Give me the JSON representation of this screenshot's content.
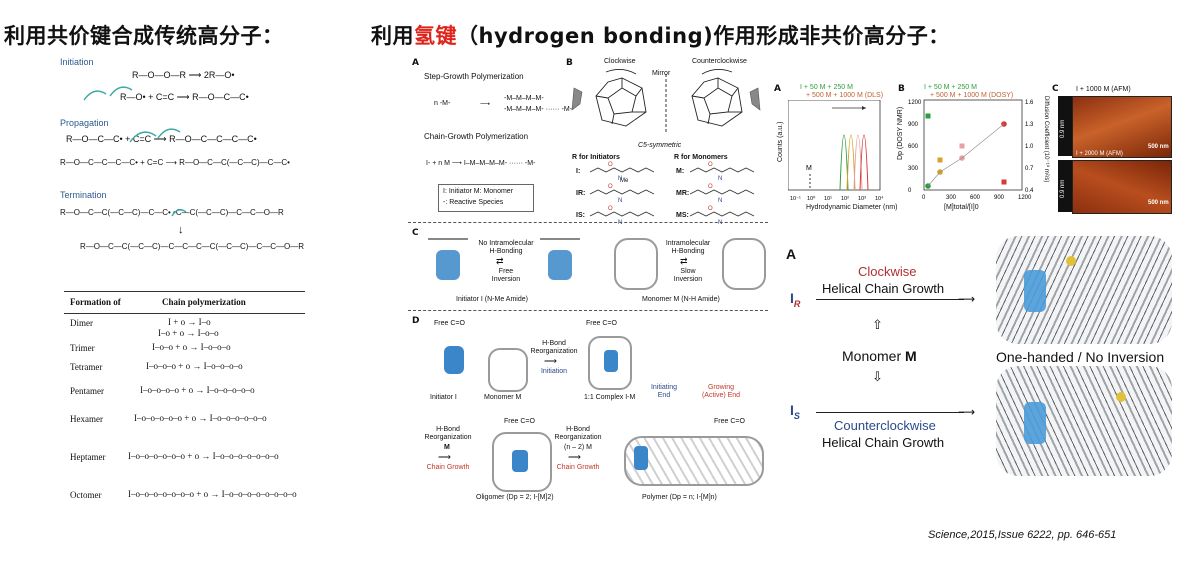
{
  "titles": {
    "left": "利用共价键合成传统高分子：",
    "right_pre": "利用",
    "right_em": "氢键",
    "right_post": "（hydrogen bonding)作用形成非共价高分子："
  },
  "mechanism": {
    "initiation": {
      "label": "Initiation",
      "eq1": "R—O—O—R  ⟶  2R—O•",
      "eq2": "R—O•  +  C=C  ⟶  R—O—C—C•"
    },
    "propagation": {
      "label": "Propagation",
      "eq1": "R—O—C—C•  +  C=C  ⟶  R—O—C—C—C—C•",
      "eq2": "R—O—C—C—C—C•  +  C=C  ⟶  R—O—C—C(—C—C)—C—C•"
    },
    "termination": {
      "label": "Termination",
      "eq1": "R—O—C—C(—C—C)—C—C•  •C—C(—C—C)—C—C—O—R",
      "eq2": "R—O—C—C(—C—C)—C—C—C—C(—C—C)—C—C—O—R"
    }
  },
  "formation_table": {
    "header_left": "Formation of",
    "header_right": "Chain polymerization",
    "rows": [
      {
        "name": "Dimer",
        "eq": "I + o → I–o",
        "eq2": "I–o + o → I–o–o"
      },
      {
        "name": "Trimer",
        "eq": "I–o–o + o → I–o–o–o",
        "eq2": ""
      },
      {
        "name": "Tetramer",
        "eq": "I–o–o–o + o → I–o–o–o–o",
        "eq2": ""
      },
      {
        "name": "Pentamer",
        "eq": "I–o–o–o–o + o → I–o–o–o–o–o",
        "eq2": ""
      },
      {
        "name": "Hexamer",
        "eq": "I–o–o–o–o–o + o → I–o–o–o–o–o–o",
        "eq2": ""
      },
      {
        "name": "Heptamer",
        "eq": "I–o–o–o–o–o–o + o → I–o–o–o–o–o–o–o",
        "eq2": ""
      },
      {
        "name": "Octomer",
        "eq": "I–o–o–o–o–o–o–o + o → I–o–o–o–o–o–o–o–o",
        "eq2": ""
      }
    ]
  },
  "panelA": {
    "letter": "A",
    "step_growth": "Step-Growth Polymerization",
    "step_eq1": "n -M-",
    "step_eq2": "-M–M–M–M-",
    "step_eq3": "-M–M–M–M- ······ -M-",
    "chain_growth": "Chain-Growth Polymerization",
    "chain_eq": "I-  +  n M  ⟶  I–M–M–M–M- ······ -M-",
    "legend1": "I: Initiator   M: Monomer",
    "legend2": "-: Reactive Species"
  },
  "panelB": {
    "letter": "B",
    "clockwise": "Clockwise",
    "counterclockwise": "Counterclockwise",
    "mirror": "Mirror",
    "symmetric": "C5-symmetric",
    "r_init": "R for Initiators",
    "r_mono": "R for Monomers",
    "i_labels": [
      "I:",
      "IR:",
      "IS:"
    ],
    "m_labels": [
      "M:",
      "MR:",
      "MS:"
    ],
    "me": "Me"
  },
  "panelC": {
    "letter": "C",
    "left_arrow_top": "No Intramolecular",
    "left_arrow_top2": "H-Bonding",
    "left_arrow_bottom": "Free",
    "left_arrow_bottom2": "Inversion",
    "right_arrow_top": "Intramolecular",
    "right_arrow_top2": "H-Bonding",
    "right_arrow_bottom": "Slow",
    "right_arrow_bottom2": "Inversion",
    "initiator_caption": "Initiator I (N-Me Amide)",
    "monomer_caption": "Monomer M (N-H Amide)"
  },
  "panelD": {
    "letter": "D",
    "free_co_1": "Free C=O",
    "free_co_2": "Free C=O",
    "hbond_reorg": "H-Bond",
    "reorganization": "Reorganization",
    "initiation": "Initiation",
    "initiator": "Initiator I",
    "monomer": "Monomer M",
    "complex": "1:1 Complex I-M",
    "hbond2": "H-Bond",
    "reorg2": "Reorganization",
    "m_label": "M",
    "chain_growth": "Chain Growth",
    "free_co_3": "Free C=O",
    "hbond3": "H-Bond",
    "reorg3": "Reorganization",
    "n2m": "(n – 2) M",
    "chain_growth2": "Chain Growth",
    "initiating_end": "Initiating",
    "initiating_end2": "End",
    "growing_end": "Growing",
    "growing_end2": "(Active) End",
    "free_co_4": "Free C=O",
    "oligomer": "Oligomer (Dp = 2; I-[M]2)",
    "polymer": "Polymer (Dp = n; I-[M]n)"
  },
  "dls": {
    "letter": "A",
    "legend1": "I + 50 M + 250 M",
    "legend2": "+ 500 M + 1000 M (DLS)",
    "ylabel": "Counts (a.u.)",
    "xlabel": "Hydrodynamic Diameter (nm)",
    "m_marker": "M",
    "xticks": [
      "10⁻¹",
      "10⁰",
      "10¹",
      "10²",
      "10³",
      "10⁴"
    ]
  },
  "dosy": {
    "letter": "B",
    "legend1": "I + 50 M + 250 M",
    "legend2": "+ 500 M + 1000 M (DOSY)",
    "ylabel": "Dp (DOSY NMR)",
    "y2label": "Diffusion Coefficient (10⁻¹⁰ m²/s)",
    "xlabel": "[M]total/[I]0",
    "yticks": [
      "0",
      "300",
      "600",
      "900",
      "1200"
    ],
    "y2ticks": [
      "0.4",
      "0.7",
      "1.0",
      "1.3",
      "1.6"
    ],
    "xticks": [
      "0",
      "300",
      "600",
      "900",
      "1200"
    ]
  },
  "afm": {
    "letter": "C",
    "label1": "I + 1000 M (AFM)",
    "label2": "I + 2000 M (AFM)",
    "height1": "0.9 nm",
    "height2": "0.9 nm",
    "scale1": "500 nm",
    "scale2": "500 nm"
  },
  "helix": {
    "letter": "A",
    "ir": "I",
    "ir_sub": "R",
    "is": "I",
    "is_sub": "S",
    "clockwise": "Clockwise",
    "helical1": "Helical Chain Growth",
    "monomer": "Monomer",
    "monomer_m": "M",
    "counterclockwise": "Counterclockwise",
    "helical2": "Helical Chain Growth",
    "one_handed": "One-handed / No Inversion"
  },
  "citation": "Science,2015,Issue 6222, pp. 646-651",
  "colors": {
    "title_red": "#e0231a",
    "mech_blue": "#2c5a8f",
    "helix_red": "#b03030",
    "helix_blue": "#2c4a8a",
    "afm_orange": "#b8461c"
  }
}
